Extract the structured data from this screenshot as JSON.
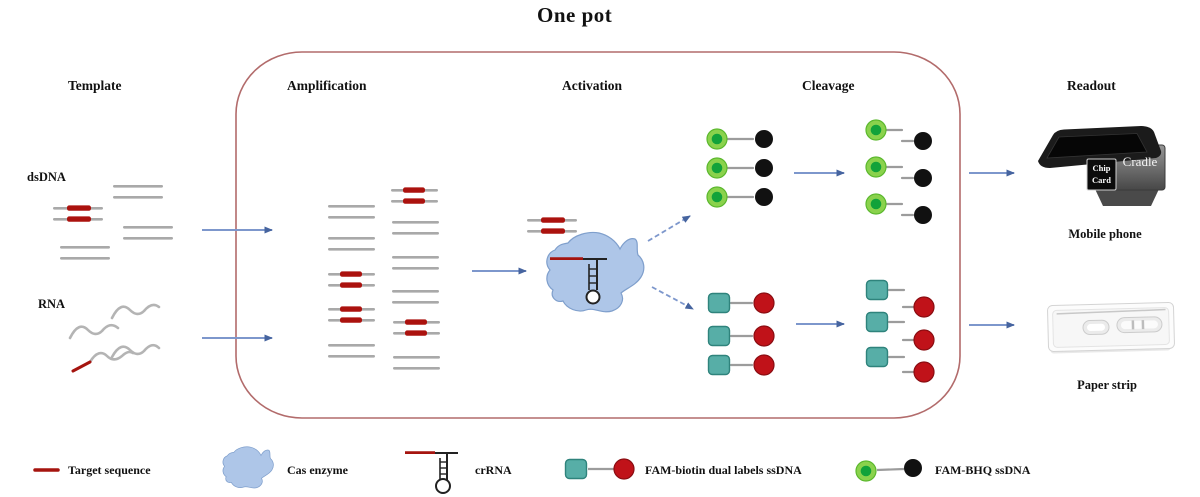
{
  "title": "One pot",
  "stages": {
    "template": "Template",
    "amplification": "Amplification",
    "activation": "Activation",
    "cleavage": "Cleavage",
    "readout": "Readout"
  },
  "template_section": {
    "dsdna_label": "dsDNA",
    "rna_label": "RNA"
  },
  "readout_section": {
    "cradle_label": "Cradle",
    "chip_card_line1": "Chip",
    "chip_card_line2": "Card",
    "mobile_phone_caption": "Mobile phone",
    "paper_strip_caption": "Paper strip"
  },
  "legend": {
    "target_sequence": "Target sequence",
    "cas_enzyme": "Cas enzyme",
    "crrna": "crRNA",
    "fam_biotin": "FAM-biotin dual labels ssDNA",
    "fam_bhq": "FAM-BHQ ssDNA"
  },
  "colors": {
    "target_red": "#a5140f",
    "box_border_pink": "#b26b6b",
    "arrow_blue": "#6d89c1",
    "cas_blue": "#aec6e8",
    "fam_green_outer": "#8ad24c",
    "fam_green_inner": "#12a23a",
    "quencher_black": "#111111",
    "biotin_teal": "#57aea7",
    "fam_red": "#c01219",
    "dna_gray": "#a9a9a9"
  }
}
